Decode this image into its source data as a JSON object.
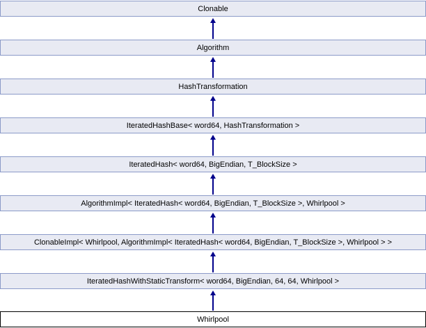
{
  "diagram": {
    "kind": "class-inheritance-diagram",
    "colors": {
      "node_fill": "#e8eaf3",
      "node_border": "#8b9ac8",
      "current_node_fill": "#ffffff",
      "current_node_border": "#000000",
      "text": "#000000",
      "arrow": "#00008b",
      "background": "#ffffff"
    },
    "nodes": [
      {
        "label": "Clonable"
      },
      {
        "label": "Algorithm"
      },
      {
        "label": "HashTransformation"
      },
      {
        "label": "IteratedHashBase< word64, HashTransformation >"
      },
      {
        "label": "IteratedHash< word64, BigEndian, T_BlockSize >"
      },
      {
        "label": "AlgorithmImpl< IteratedHash< word64, BigEndian, T_BlockSize >, Whirlpool >"
      },
      {
        "label": "ClonableImpl< Whirlpool, AlgorithmImpl< IteratedHash< word64, BigEndian, T_BlockSize >, Whirlpool > >"
      },
      {
        "label": "IteratedHashWithStaticTransform< word64, BigEndian, 64, 64, Whirlpool >"
      },
      {
        "label": "Whirlpool",
        "current": true
      }
    ]
  }
}
